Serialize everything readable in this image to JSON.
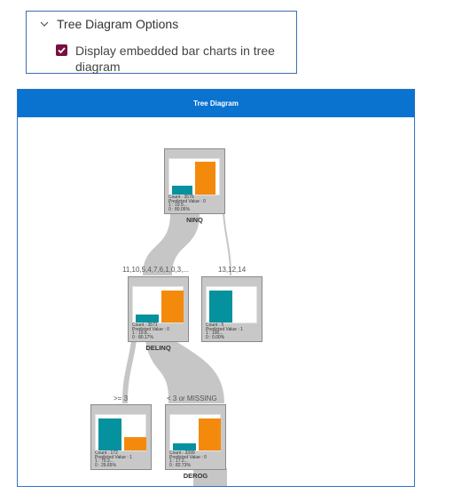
{
  "options": {
    "title": "Tree Diagram Options",
    "checkbox_label": "Display embedded bar charts in tree diagram",
    "checkbox_checked": true,
    "checkbox_color": "#7a1040"
  },
  "tree": {
    "title": "Tree Diagram",
    "header_color": "#0a73cf",
    "colors": {
      "teal": "#05919e",
      "orange": "#f48a0c",
      "node_bg": "#c8c8c8",
      "link": "#c6c6c6"
    },
    "nodes": [
      {
        "id": "root",
        "name": "NINQ",
        "count": "Count : 3576",
        "predicted": "Predicted Value : 0",
        "line1": "1 : 19.9...",
        "line2": "0 : 80.05%",
        "bars": [
          0.26,
          1.0
        ]
      },
      {
        "id": "n1",
        "name": "DELINQ",
        "count": "Count : 3571",
        "predicted": "Predicted Value : 0",
        "line1": "1 : 19.8...",
        "line2": "0 : 80.17%",
        "bars": [
          0.25,
          1.0
        ]
      },
      {
        "id": "n2",
        "name": "",
        "count": "Count : 5",
        "predicted": "Predicted Value : 1",
        "line1": "1 : 100...",
        "line2": "0 : 0.00%",
        "bars": [
          1.0,
          0.0
        ]
      },
      {
        "id": "n3",
        "name": "",
        "count": "Count : 172",
        "predicted": "Predicted Value : 1",
        "line1": "1 : 70.3...",
        "line2": "0 : 29.65%",
        "bars": [
          1.0,
          0.43
        ]
      },
      {
        "id": "n4",
        "name": "DEROG",
        "count": "Count : 3399",
        "predicted": "Predicted Value : 0",
        "line1": "1 : 17.2...",
        "line2": "0 : 82.73%",
        "bars": [
          0.21,
          1.0
        ]
      }
    ],
    "branch_labels": [
      "11,10,5,4,7,6,1,0,3,...",
      "13,12,14",
      ">= 3",
      "< 3 or MISSING"
    ]
  }
}
